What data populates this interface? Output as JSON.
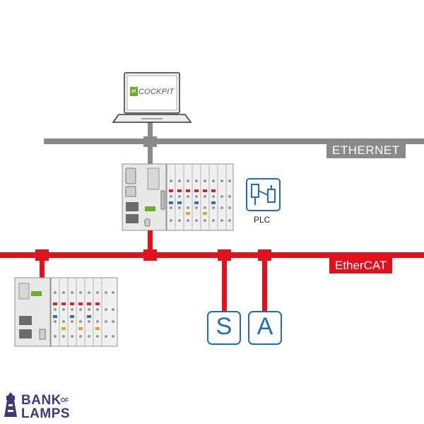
{
  "networks": {
    "ethernet_label": "ETHERNET",
    "ethercat_label": "EtherCAT"
  },
  "laptop": {
    "brand_label": "COCKPIT",
    "badge": "e!"
  },
  "plc": {
    "label": "PLC"
  },
  "fieldbus_nodes": [
    {
      "letter": "S"
    },
    {
      "letter": "A"
    }
  ],
  "watermark": {
    "line1": "BANK",
    "line1_small": "OF",
    "line2": "LAMPS"
  },
  "colors": {
    "ethernet_bus": "#8a8a8a",
    "ethercat_bus": "#e3111b",
    "icon_blue": "#1f6db3",
    "wago_green": "#6fae2b",
    "logo_purple": "#3f3a78"
  }
}
